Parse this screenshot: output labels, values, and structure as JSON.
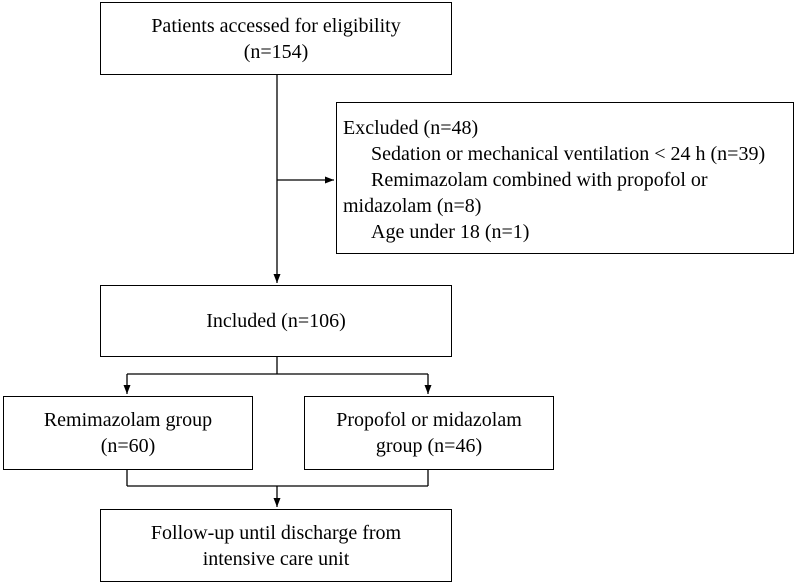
{
  "flowchart": {
    "eligibility": {
      "line1": "Patients accessed for eligibility",
      "line2": "(n=154)"
    },
    "excluded": {
      "title": "Excluded (n=48)",
      "reason1": "Sedation or mechanical ventilation < 24 h (n=39)",
      "reason2_line1": "Remimazolam combined with propofol or",
      "reason2_line2": "midazolam (n=8)",
      "reason3": "Age under 18 (n=1)"
    },
    "included": {
      "label": "Included (n=106)"
    },
    "remimazolam_group": {
      "line1": "Remimazolam group",
      "line2": "(n=60)"
    },
    "propofol_group": {
      "line1": "Propofol or midazolam",
      "line2": "group (n=46)"
    },
    "followup": {
      "line1": "Follow-up until discharge from",
      "line2": "intensive care unit"
    }
  }
}
